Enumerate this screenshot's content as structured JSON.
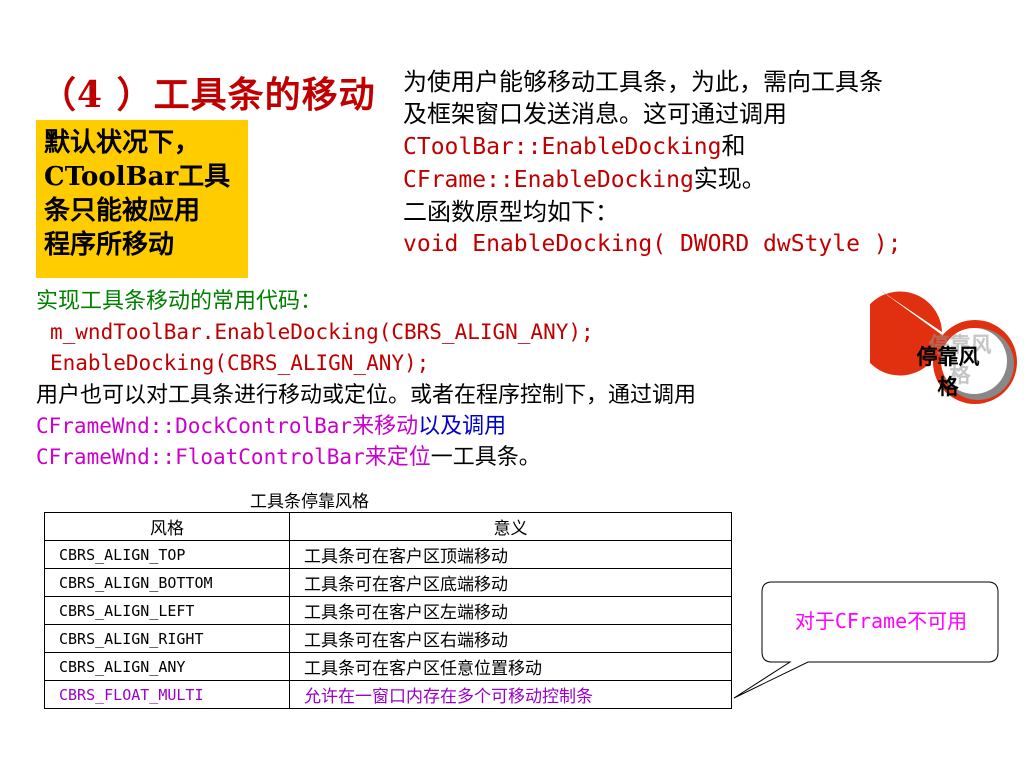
{
  "title": "（4 ）工具条的移动",
  "yellow_box": [
    "默认状况下，",
    "CToolBar工具",
    "条只能被应用",
    "程序所移动"
  ],
  "intro": {
    "line1": "为使用户能够移动工具条，为此，需向工具条",
    "line2": "及框架窗口发送消息。这可通过调用",
    "api1": "CToolBar::EnableDocking",
    "and": "和",
    "api2": "CFrame::EnableDocking",
    "realize": "实现。",
    "line5": "二函数原型均如下：",
    "prototype": "void EnableDocking( DWORD dwStyle );"
  },
  "code_section": {
    "heading": "实现工具条移动的常用代码：",
    "line1": "m_wndToolBar.EnableDocking(CBRS_ALIGN_ANY);",
    "line2": "EnableDocking(CBRS_ALIGN_ANY);"
  },
  "move_section": {
    "line1": "用户也可以对工具条进行移动或定位。或者在程序控制下，通过调用",
    "api1": "CFrameWnd::DockControlBar",
    "move": "来移动",
    "and_call": "以及调用",
    "api2": "CFrameWnd::FloatControlBar",
    "position": "来定位",
    "suffix": "一工具条。"
  },
  "dock_bubble": {
    "text": "停靠风格",
    "ghost": "停靠风格"
  },
  "table": {
    "title": "工具条停靠风格",
    "headers": [
      "风格",
      "意义"
    ],
    "rows": [
      [
        "CBRS_ALIGN_TOP",
        "工具条可在客户区顶端移动"
      ],
      [
        "CBRS_ALIGN_BOTTOM",
        "工具条可在客户区底端移动"
      ],
      [
        "CBRS_ALIGN_LEFT",
        "工具条可在客户区左端移动"
      ],
      [
        "CBRS_ALIGN_RIGHT",
        "工具条可在客户区右端移动"
      ],
      [
        "CBRS_ALIGN_ANY",
        "工具条可在客户区任意位置移动"
      ],
      [
        "CBRS_FLOAT_MULTI",
        "允许在一窗口内存在多个可移动控制条"
      ]
    ]
  },
  "callout": {
    "text": "对于CFrame不可用"
  },
  "colors": {
    "title_red": "#c00000",
    "yellow_box": "#ffcc00",
    "green": "#008000",
    "magenta": "#cc00cc",
    "blue": "#0000cc",
    "bubble_red": "#e03010",
    "bubble_grey": "#888888",
    "callout_pink": "#ff00ff",
    "highlight_row": "#9900cc"
  }
}
